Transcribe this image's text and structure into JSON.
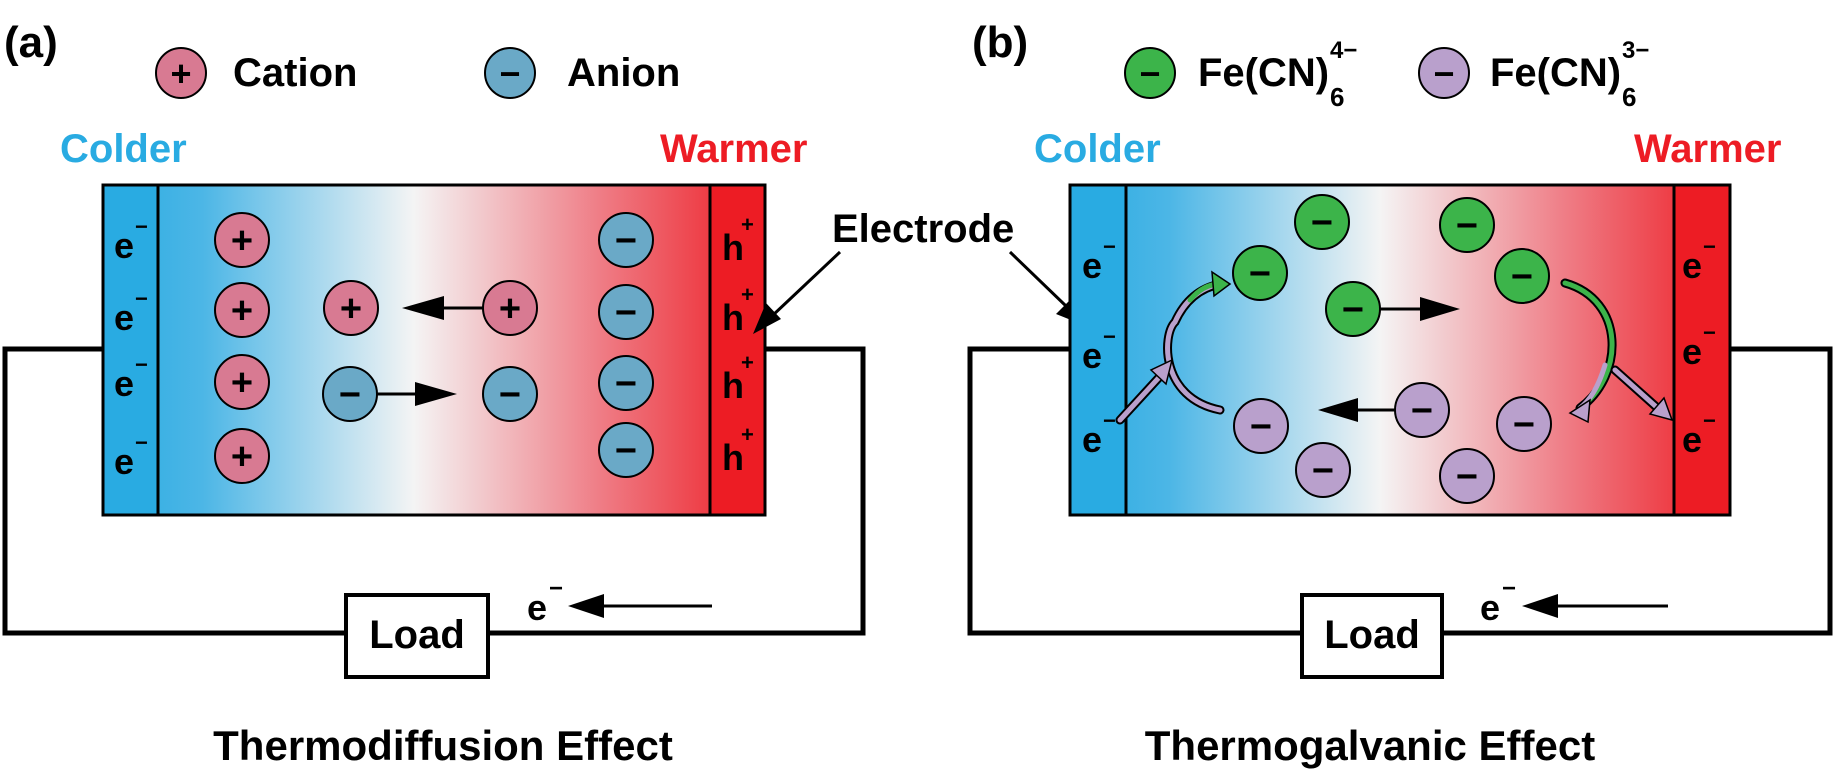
{
  "panel_a": {
    "label": "(a)",
    "legend": [
      {
        "symbol": "+",
        "text": "Cation",
        "color": "#d87a92"
      },
      {
        "symbol": "−",
        "text": "Anion",
        "color": "#6aa9c7"
      }
    ],
    "colder": "Colder",
    "warmer": "Warmer",
    "electrode": "Electrode",
    "cold_side_carriers": [
      "e",
      "e",
      "e",
      "e"
    ],
    "hot_side_carriers": [
      "h",
      "h",
      "h",
      "h"
    ],
    "ion_plus": "+",
    "ion_minus": "−",
    "load": "Load",
    "circuit_carrier": "e",
    "caption": "Thermodiffusion Effect"
  },
  "panel_b": {
    "label": "(b)",
    "legend": [
      {
        "symbol": "−",
        "formula": "Fe(CN)",
        "sub": "6",
        "sup": "4−",
        "color": "#3cb44a"
      },
      {
        "symbol": "−",
        "formula": "Fe(CN)",
        "sub": "6",
        "sup": "3−",
        "color": "#b9a0cc"
      }
    ],
    "colder": "Colder",
    "warmer": "Warmer",
    "cold_side_carriers": [
      "e",
      "e",
      "e"
    ],
    "hot_side_carriers": [
      "e",
      "e",
      "e"
    ],
    "ion_minus": "−",
    "load": "Load",
    "circuit_carrier": "e",
    "caption": "Thermogalvanic Effect"
  },
  "colors": {
    "cold": "#29abe2",
    "hot": "#ed1c24",
    "cation": "#d87a92",
    "anion": "#6aa9c7",
    "ferro": "#3cb44a",
    "ferri": "#b9a0cc"
  }
}
